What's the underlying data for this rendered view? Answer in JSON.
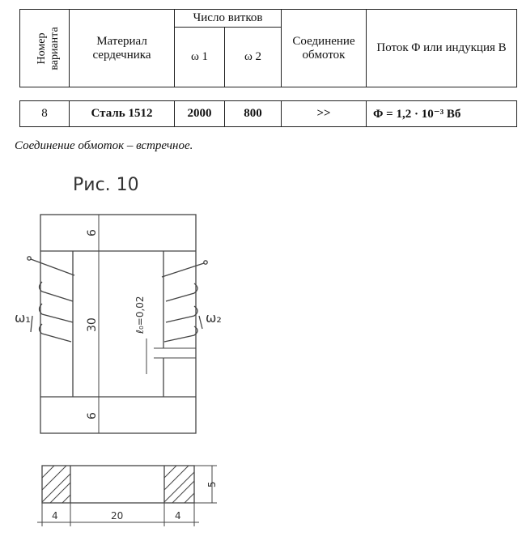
{
  "table": {
    "col_variant": "Номер варианта",
    "col_material": "Материал сердечника",
    "col_turns": "Число витков",
    "col_w1": "ω 1",
    "col_w2": "ω 2",
    "col_connection": "Соединение обмоток",
    "col_flux": "Поток Φ или индукция B",
    "row": {
      "variant": "8",
      "material": "Сталь 1512",
      "w1": "2000",
      "w2": "800",
      "connection": ">>",
      "flux": "Φ = 1,2 · 10⁻³ Вб"
    }
  },
  "note": "Соединение обмоток – встречное.",
  "figure": {
    "title": "Рис. 10",
    "dim_top": "6",
    "dim_bottom": "6",
    "dim_height": "30",
    "gap_label": "ℓ₀=0,02",
    "w1_label": "ω₁",
    "w2_label": "ω₂",
    "sec_height": "5",
    "sec_left": "4",
    "sec_mid": "20",
    "sec_right": "4"
  }
}
